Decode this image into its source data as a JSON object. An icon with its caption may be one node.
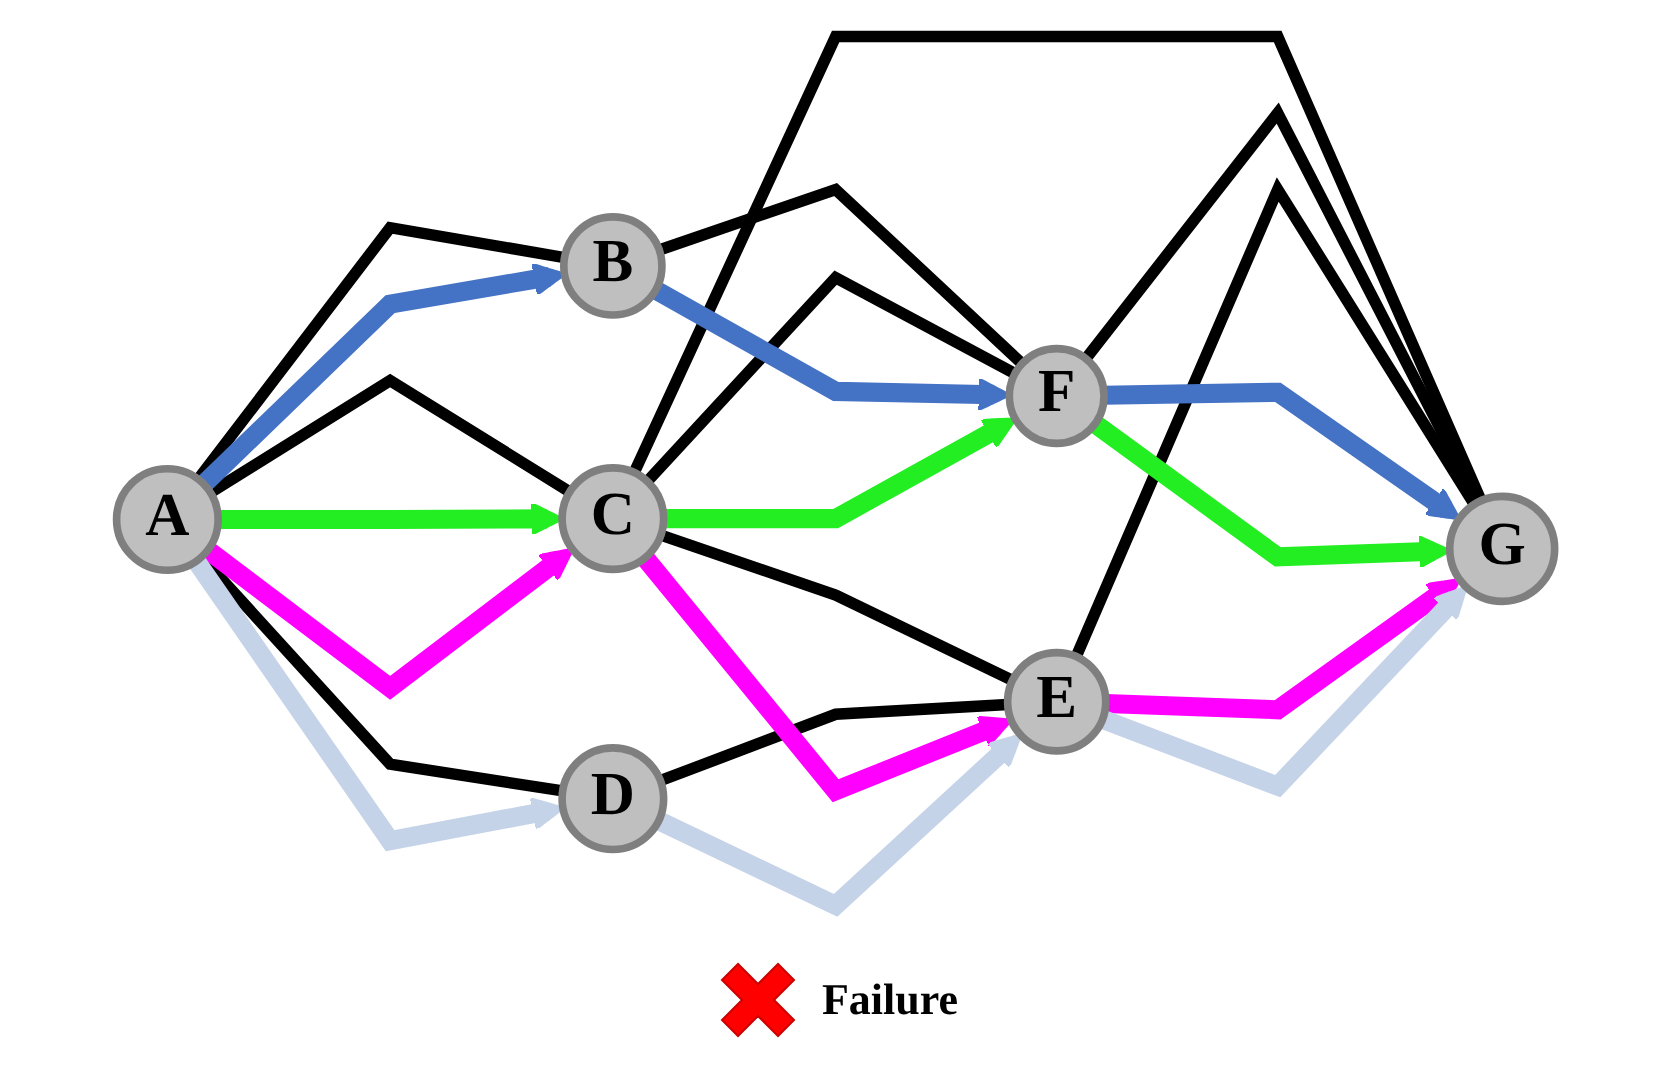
{
  "diagram": {
    "nodes": [
      {
        "text": [
          "A"
        ]
      },
      {
        "text": [
          "B"
        ]
      },
      {
        "text": [
          "C"
        ]
      },
      {
        "text": [
          "D"
        ]
      },
      {
        "text": [
          "F"
        ]
      },
      {
        "text": [
          "E"
        ]
      },
      {
        "text": [
          "G"
        ]
      }
    ],
    "edges": [
      {
        "from": 0,
        "to": 1,
        "arrow": "none"
      },
      {
        "from": 0,
        "to": 2,
        "arrow": "none"
      },
      {
        "from": 0,
        "to": 3,
        "arrow": "none"
      },
      {
        "from": 1,
        "to": 4,
        "arrow": "none"
      },
      {
        "from": 2,
        "to": 4,
        "arrow": "none"
      },
      {
        "from": 2,
        "to": 6,
        "arrow": "none"
      },
      {
        "from": 2,
        "to": 5,
        "arrow": "none"
      },
      {
        "from": 3,
        "to": 5,
        "arrow": "none"
      },
      {
        "from": 4,
        "to": 6,
        "arrow": "none"
      },
      {
        "from": 5,
        "to": 6,
        "arrow": "none"
      },
      {
        "from": 0,
        "to": 1,
        "arrow": "to",
        "color": "#4472c4"
      },
      {
        "from": 1,
        "to": 4,
        "arrow": "to",
        "color": "#4472c4"
      },
      {
        "from": 4,
        "to": 6,
        "arrow": "to",
        "color": "#4472c4"
      },
      {
        "from": 0,
        "to": 2,
        "arrow": "to",
        "color": "#22ee22"
      },
      {
        "from": 2,
        "to": 4,
        "arrow": "to",
        "color": "#22ee22"
      },
      {
        "from": 4,
        "to": 6,
        "arrow": "to",
        "color": "#22ee22"
      },
      {
        "from": 0,
        "to": 2,
        "arrow": "to",
        "color": "#ff00ff"
      },
      {
        "from": 2,
        "to": 5,
        "arrow": "to",
        "color": "#ff00ff"
      },
      {
        "from": 5,
        "to": 6,
        "arrow": "to",
        "color": "#ff00ff"
      },
      {
        "from": 0,
        "to": 3,
        "arrow": "to",
        "color": "#c5d3e8"
      },
      {
        "from": 3,
        "to": 5,
        "arrow": "to",
        "color": "#c5d3e8"
      },
      {
        "from": 5,
        "to": 6,
        "arrow": "to",
        "color": "#c5d3e8"
      }
    ],
    "labels": [
      "Failure"
    ]
  }
}
